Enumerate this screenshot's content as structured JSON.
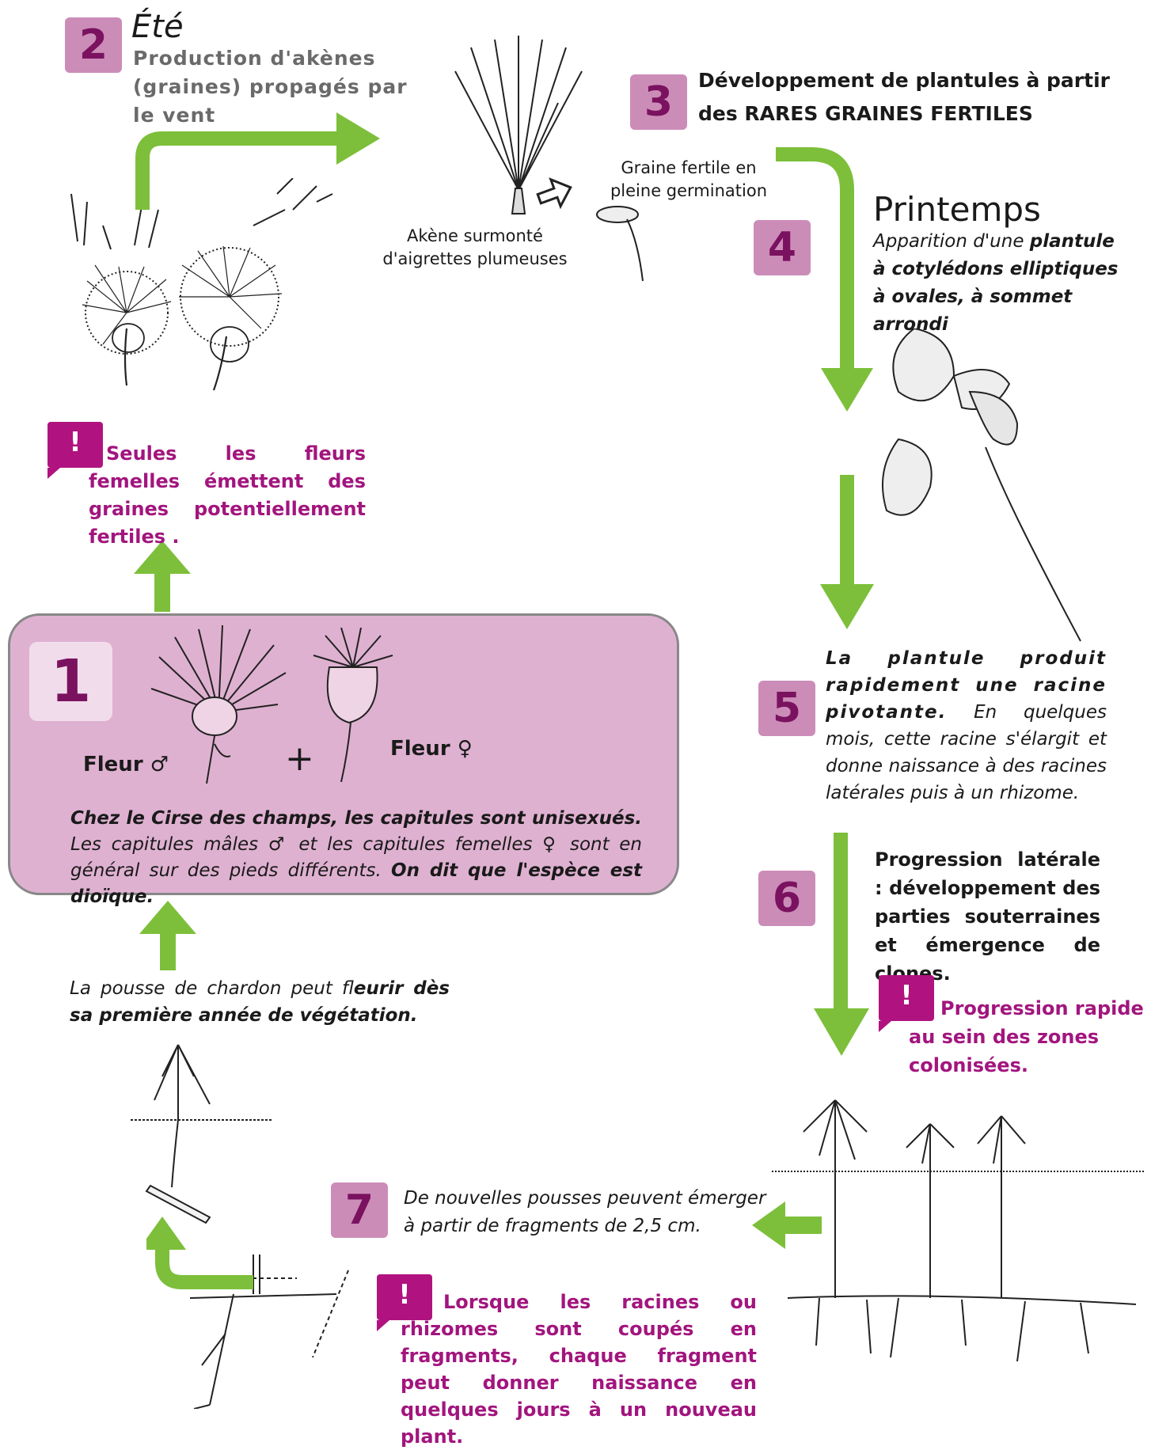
{
  "steps": {
    "s2": {
      "number": "2",
      "season": "Été",
      "text": "Production d'akènes (graines) propagés par le vent"
    },
    "s3": {
      "number": "3",
      "text_line1": "Développement de plantules à partir",
      "text_line2": "des RARES GRAINES FERTILES"
    },
    "s4": {
      "number": "4",
      "season": "Printemps",
      "text_plain": "Apparition d'une ",
      "text_bold": "plantule à cotylédons elliptiques à ovales, à sommet arrondi"
    },
    "s5": {
      "number": "5",
      "text_bold": "La plantule produit rapidement une racine pivotante.",
      "text_plain": " En quelques mois, cette racine s'élargit et donne naissance à des racines latérales puis à un rhizome."
    },
    "s6": {
      "number": "6",
      "text": "Progression latérale : développement des parties souterraines et émergence de clones."
    },
    "s7": {
      "number": "7",
      "text_line1": "De nouvelles pousses peuvent émerger",
      "text_line2": "à partir de fragments de 2,5 cm."
    },
    "s1": {
      "number": "1",
      "male_label": "Fleur ♂",
      "plus": "+",
      "female_label": "Fleur ♀",
      "text_bold1": "Chez le Cirse des champs, les capitules sont unisexués.",
      "text_plain": " Les capitules mâles ♂ et les capitules femelles ♀ sont en général sur des pieds différents. ",
      "text_bold2": "On dit que l'espèce est dioïque."
    }
  },
  "captions": {
    "akene": "Akène surmonté d'aigrettes plumeuses",
    "graine": "Graine fertile en pleine germination",
    "pousse_plain": "La pousse de chardon peut fl",
    "pousse_bold": "eurir dès sa première année de végétation."
  },
  "alerts": {
    "icon": "!",
    "a1": "Seules les fleurs femelles émettent des graines potentiellement fertiles .",
    "a2": "Progression rapide au sein des zones colonisées.",
    "a3": "Lorsque les racines ou rhizomes sont coupés en fragments, chaque fragment peut donner naissance en quelques jours à un nouveau plant."
  },
  "colors": {
    "green": "#7dbf3a",
    "magenta": "#a2157e",
    "badge": "#cc8cb8",
    "box": "#dfb1d1"
  }
}
